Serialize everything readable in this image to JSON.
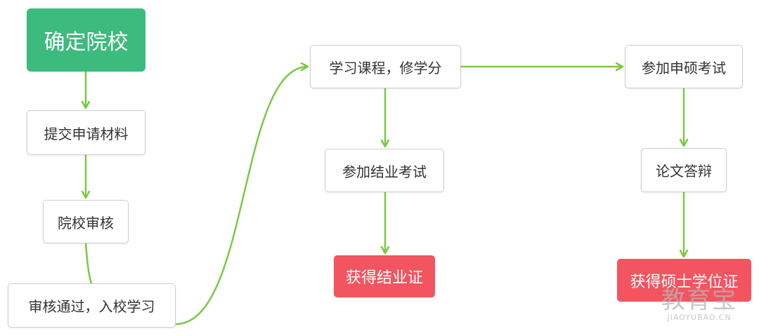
{
  "colors": {
    "start": "#3dba7e",
    "result": "#f25560",
    "connector": "#7ac943",
    "node_border": "#cfcfcf"
  },
  "nodes": {
    "confirm_school": "确定院校",
    "submit_materials": "提交申请材料",
    "school_review": "院校审核",
    "review_passed": "审核通过，入校学习",
    "study_courses": "学习课程，修学分",
    "graduation_exam": "参加结业考试",
    "graduation_cert": "获得结业证",
    "master_exam": "参加申硕考试",
    "thesis_defense": "论文答辩",
    "master_degree": "获得硕士学位证"
  },
  "watermark": {
    "cn": "教育宝",
    "en": "JIAOYUBAO.CN"
  }
}
